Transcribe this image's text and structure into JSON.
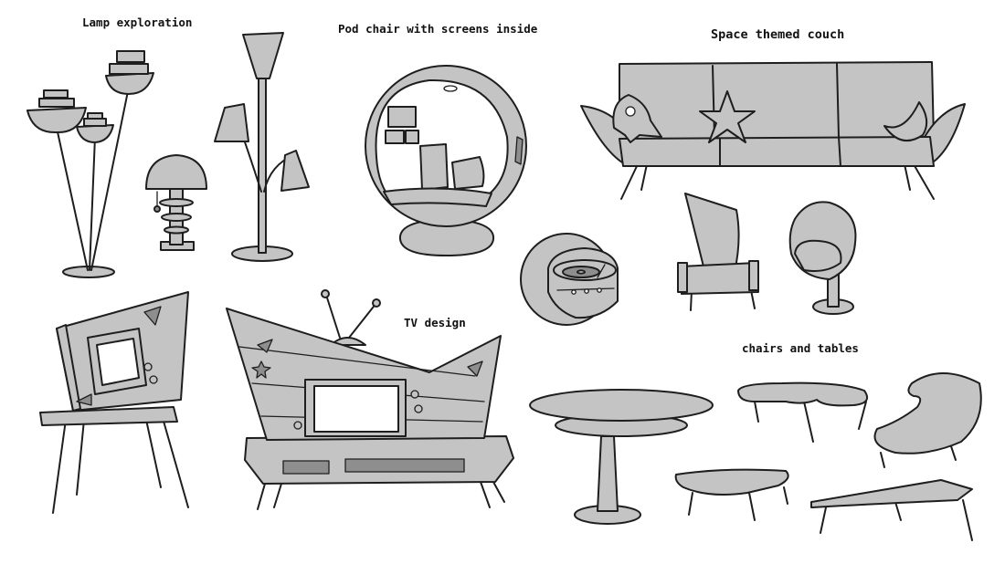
{
  "captions": {
    "lamps": "Lamp exploration",
    "pod_chair": "Pod chair with screens inside",
    "couch": "Space themed couch",
    "tv": "TV design",
    "chairs_tables": "chairs and tables"
  },
  "colors": {
    "background": "#ffffff",
    "fill": "#c4c4c4",
    "dark": "#8e8e8e",
    "line": "#1e1e1e"
  }
}
